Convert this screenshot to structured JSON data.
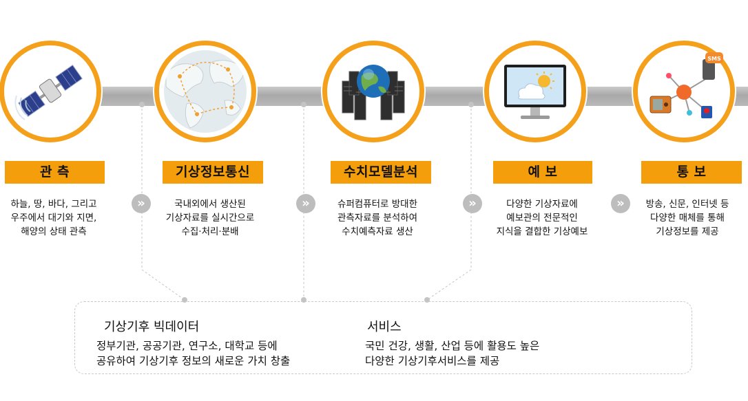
{
  "steps": [
    {
      "title": "관 측",
      "description": "하늘, 땅, 바다, 그리고\n우주에서 대기와 지면,\n해양의 상태 관측",
      "icon": "satellite-icon"
    },
    {
      "title": "기상정보통신",
      "description": "국내외에서 생산된\n기상자료를 실시간으로\n수집·처리·분배",
      "icon": "globe-map-icon"
    },
    {
      "title": "수치모델분석",
      "description": "슈퍼컴퓨터로 방대한\n관측자료를 분석하여\n수치예측자료 생산",
      "icon": "supercomputer-icon"
    },
    {
      "title": "예 보",
      "description": "다양한 기상자료에\n예보관의 전문적인\n지식을 결합한 기상예보",
      "icon": "monitor-weather-icon"
    },
    {
      "title": "통 보",
      "description": "방송, 신문, 인터넷 등\n다양한 매체를 통해\n기상정보를 제공",
      "icon": "media-network-icon"
    }
  ],
  "bottom": {
    "left_title": "기상기후 빅데이터",
    "left_text": "정부기관, 공공기관, 연구소, 대학교 등에\n공유하여 기상기후 정보의 새로운 가치 창출",
    "right_title": "서비스",
    "right_text": "국민 건강, 생활, 산업 등에 활용도 높은\n다양한 기상기후서비스를 제공"
  },
  "icons": {
    "sms_text": "SMS"
  },
  "colors": {
    "accent": "#f5a01a",
    "label_bg": "#f59e0b",
    "bar": "#b5b5b5"
  }
}
